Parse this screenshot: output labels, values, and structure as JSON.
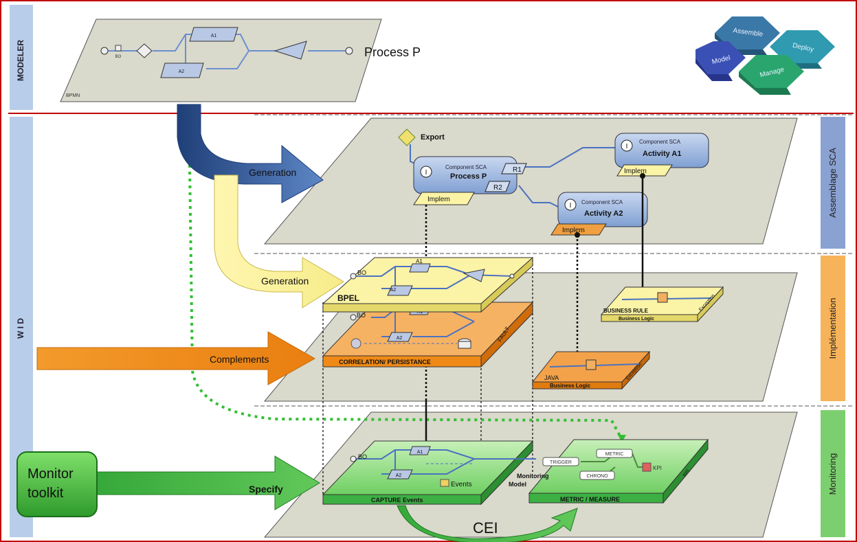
{
  "lanes": {
    "modeler": "MODELER",
    "wid": "W I D",
    "sca": "Assemblage SCA",
    "impl": "Implémentation",
    "monitoring": "Monitoring"
  },
  "modeler": {
    "process_label": "Process P",
    "bpmn": "BPMN",
    "bo": "BO",
    "a1": "A1",
    "a2": "A2"
  },
  "lifecycle": {
    "model": "Model",
    "assemble": "Assemble",
    "deploy": "Deploy",
    "manage": "Manage"
  },
  "arrows": {
    "generation_top": "Generation",
    "generation_mid": "Generation",
    "complements": "Complements",
    "specify": "Specify",
    "cei": "CEI"
  },
  "monitor_toolkit": {
    "line1": "Monitor",
    "line2": "toolkit"
  },
  "sca": {
    "export": "Export",
    "comp_label": "Component SCA",
    "process_p": "Process P",
    "activity_a1": "Activity A1",
    "activity_a2": "Activity A2",
    "implem": "Implem",
    "r1": "R1",
    "r2": "R2",
    "i": "I"
  },
  "impl": {
    "bpel": "BPEL",
    "bo": "BO",
    "a1": "A1",
    "a2": "A2",
    "fault": "FAULT",
    "corr": "CORRELATION/ PERSISTANCE",
    "java": "JAVA",
    "java_bl": "Business Logic",
    "br": "BUSINESS RULE",
    "br_bl": "Business Logic",
    "exception": "Exception"
  },
  "monitoring": {
    "bo": "BO",
    "a1": "A1",
    "a2": "A2",
    "events": "Events",
    "capture": "CAPTURE Events",
    "metric": "METRIC / MEASURE",
    "mon_model_1": "Monitoring",
    "mon_model_2": "Model",
    "trigger": "TRIGGER",
    "metric_chip": "METRIC",
    "chrono": "CHRONO",
    "kpi": "KPI",
    "kpi_side": "KPI"
  },
  "colors": {
    "frame": "#c00000",
    "lane_blue": "#b8cde9",
    "lane_sca": "#8aa2d2",
    "lane_impl": "#f7b35a",
    "lane_mon": "#7ccf6e",
    "plane": "#d9d9cc",
    "blue": "#3f68a8",
    "yellow": "#fbf3a6",
    "orange": "#f08a17",
    "green": "#3cb043"
  }
}
